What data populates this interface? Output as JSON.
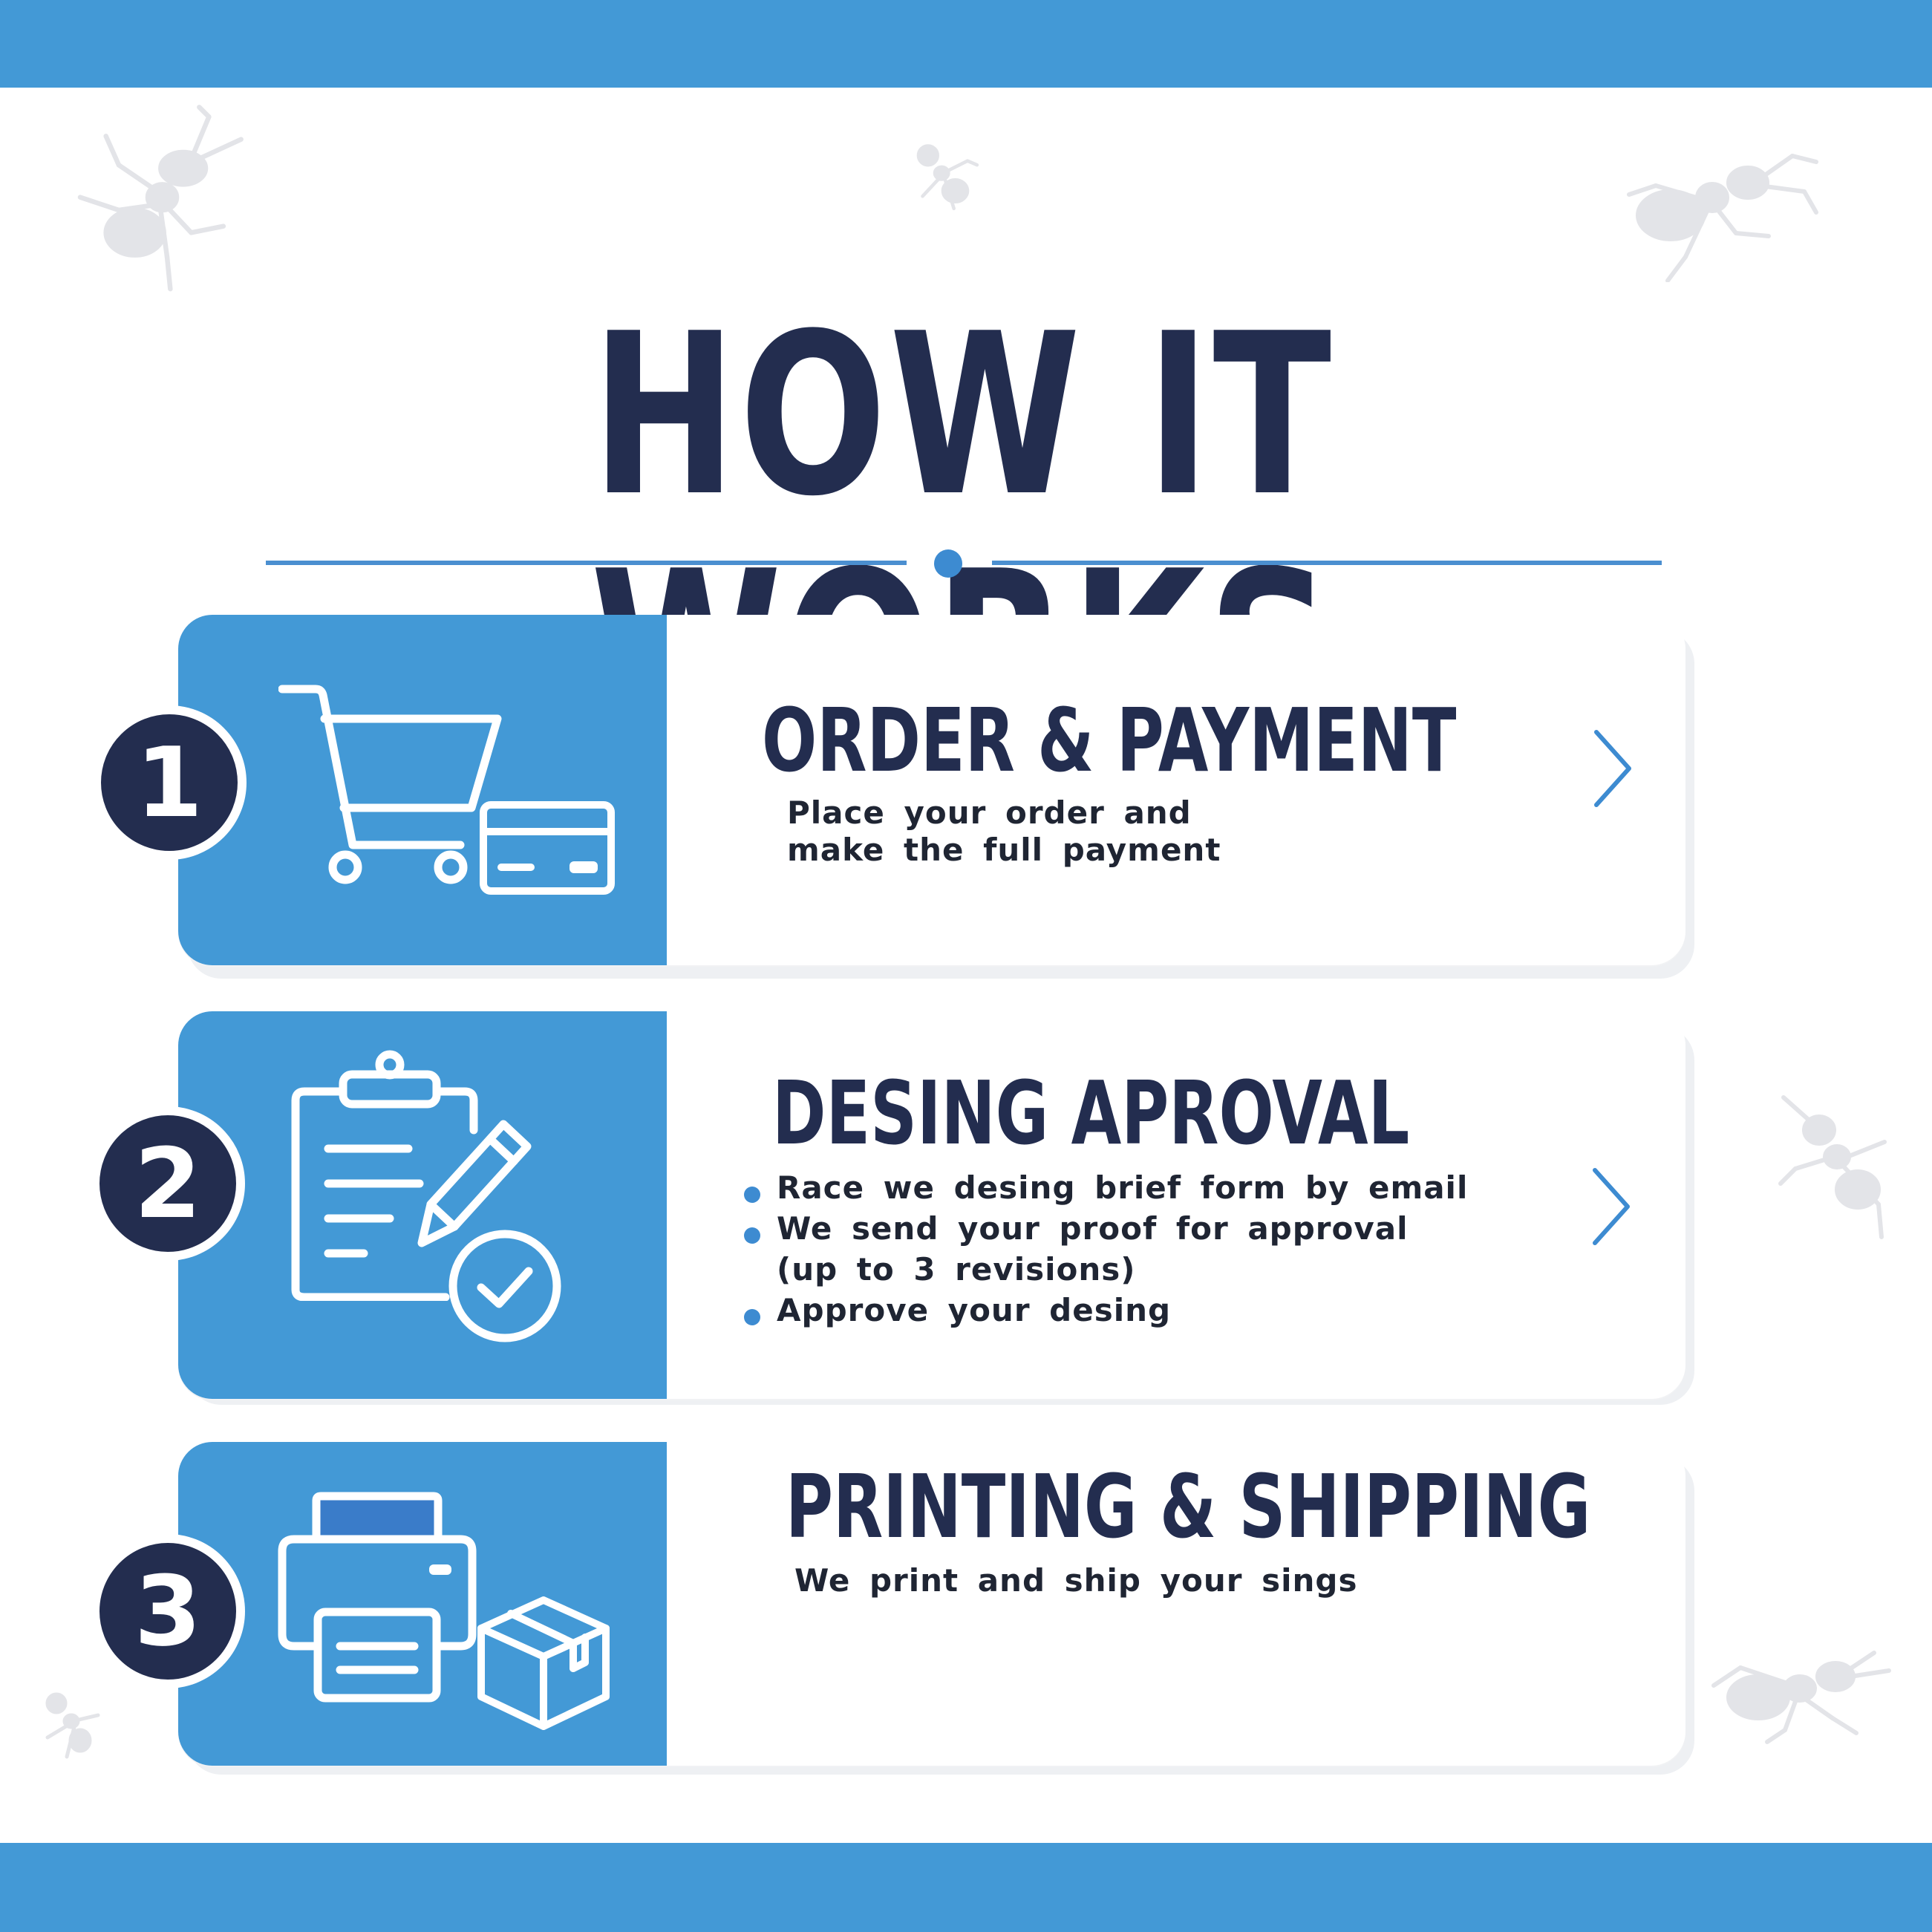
{
  "page": {
    "title": "HOW IT WORKS",
    "colors": {
      "band": "#4399d6",
      "navy": "#232d4f",
      "accent": "#3d8bd1",
      "ant": "#e3e4e8"
    }
  },
  "steps": [
    {
      "number": "1",
      "title": "ORDER & PAYMENT",
      "icons": [
        "shopping-cart-icon",
        "credit-card-icon"
      ],
      "lines": [
        "Place your order and",
        "make the full payment"
      ]
    },
    {
      "number": "2",
      "title": "DESING APROVAL",
      "icons": [
        "clipboard-icon",
        "pencil-icon",
        "checkmark-circle-icon"
      ],
      "bullets": [
        "Race we desing brief form by email",
        "We send your proof for approval",
        "(up to 3 revisions)",
        "Approve your desing"
      ]
    },
    {
      "number": "3",
      "title": "PRINTING & SHIPPING",
      "icons": [
        "printer-icon",
        "package-box-icon"
      ],
      "lines": [
        "We print and ship your sings"
      ]
    }
  ]
}
